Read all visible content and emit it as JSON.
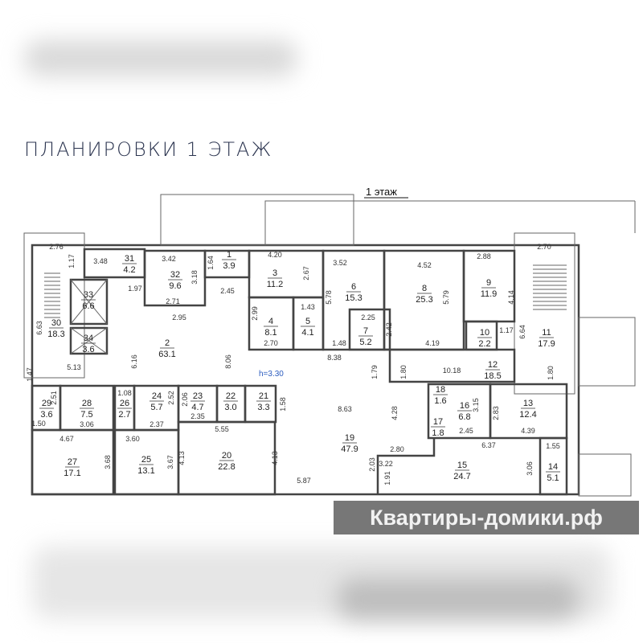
{
  "title": "ПЛАНИРОВКИ 1 ЭТАЖ",
  "floor_label": "1 этаж",
  "ceiling_height": "h=3.30",
  "watermark": "Квартиры-домики.рф",
  "rooms": [
    {
      "no": "1",
      "area": "3.9"
    },
    {
      "no": "2",
      "area": "63.1"
    },
    {
      "no": "3",
      "area": "11.2"
    },
    {
      "no": "4",
      "area": "8.1"
    },
    {
      "no": "5",
      "area": "4.1"
    },
    {
      "no": "6",
      "area": "15.3"
    },
    {
      "no": "7",
      "area": "5.2"
    },
    {
      "no": "8",
      "area": "25.3"
    },
    {
      "no": "9",
      "area": "11.9"
    },
    {
      "no": "10",
      "area": "2.2"
    },
    {
      "no": "11",
      "area": "17.9"
    },
    {
      "no": "12",
      "area": "18.5"
    },
    {
      "no": "13",
      "area": "12.4"
    },
    {
      "no": "14",
      "area": "5.1"
    },
    {
      "no": "15",
      "area": "24.7"
    },
    {
      "no": "16",
      "area": "6.8"
    },
    {
      "no": "17",
      "area": "1.8"
    },
    {
      "no": "18",
      "area": "1.6"
    },
    {
      "no": "19",
      "area": "47.9"
    },
    {
      "no": "20",
      "area": "22.8"
    },
    {
      "no": "21",
      "area": "3.3"
    },
    {
      "no": "22",
      "area": "3.0"
    },
    {
      "no": "23",
      "area": "4.7"
    },
    {
      "no": "24",
      "area": "5.7"
    },
    {
      "no": "25",
      "area": "13.1"
    },
    {
      "no": "26",
      "area": "2.7"
    },
    {
      "no": "27",
      "area": "17.1"
    },
    {
      "no": "28",
      "area": "7.5"
    },
    {
      "no": "29",
      "area": "3.6"
    },
    {
      "no": "30",
      "area": "18.3"
    },
    {
      "no": "31",
      "area": "4.2"
    },
    {
      "no": "32",
      "area": "9.6"
    },
    {
      "no": "33",
      "area": "6.6"
    },
    {
      "no": "34",
      "area": "3.6"
    }
  ],
  "dimensions": [
    "2.76",
    "1.17",
    "3.48",
    "1.97",
    "3.42",
    "3.18",
    "2.71",
    "1.64",
    "2.45",
    "2.95",
    "4.20",
    "2.67",
    "2.99",
    "2.70",
    "1.43",
    "6.63",
    "5.13",
    "6.16",
    "8.06",
    "8.38",
    "1.47",
    "3.52",
    "5.78",
    "1.48",
    "2.25",
    "2.42",
    "4.52",
    "5.79",
    "4.19",
    "2.88",
    "4.14",
    "1.17",
    "2.70",
    "6.64",
    "1.79",
    "1.80",
    "10.18",
    "1.80",
    "2.51",
    "1.50",
    "3.06",
    "1.08",
    "2.52",
    "2.37",
    "2.06",
    "2.35",
    "1.58",
    "4.67",
    "3.68",
    "3.60",
    "3.67",
    "5.55",
    "4.13",
    "4.13",
    "8.63",
    "4.28",
    "5.87",
    "2.80",
    "3.22",
    "2.03",
    "1.91",
    "3.15",
    "2.45",
    "2.83",
    "4.39",
    "6.37",
    "1.55",
    "3.06"
  ]
}
